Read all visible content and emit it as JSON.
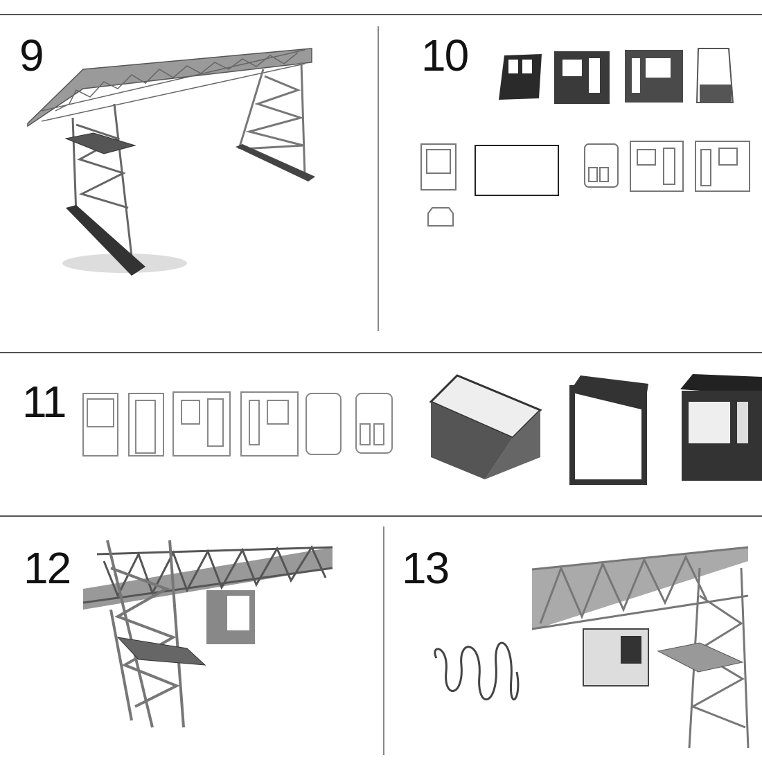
{
  "steps": [
    {
      "number": "9"
    },
    {
      "number": "10"
    },
    {
      "number": "11"
    },
    {
      "number": "12"
    },
    {
      "number": "13"
    }
  ]
}
